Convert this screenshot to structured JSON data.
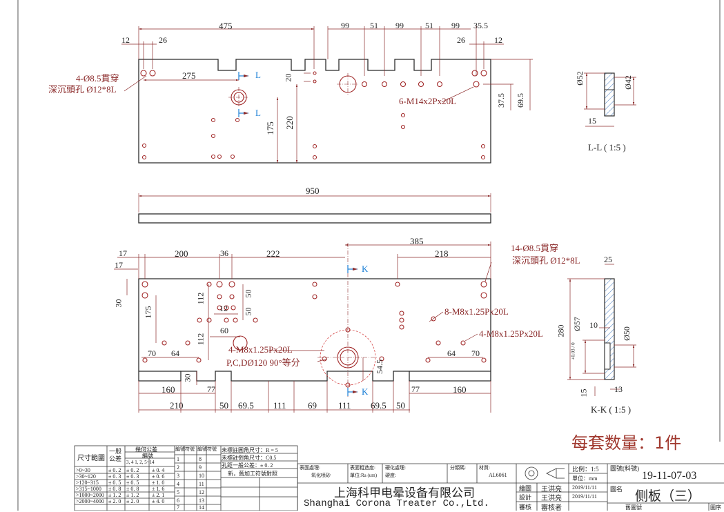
{
  "drawing": {
    "top_view": {
      "dims": {
        "d475": "475",
        "d12a": "12",
        "d26a": "26",
        "d99a": "99",
        "d51a": "51",
        "d99b": "99",
        "d51b": "51",
        "d99c": "99",
        "d35_5": "35.5",
        "d26b": "26",
        "d12b": "12",
        "d275": "275",
        "d20": "20",
        "d175": "175",
        "d220": "220",
        "d37_5": "37.5",
        "d69_5": "69.5"
      },
      "callouts": {
        "c1_line1": "4-Ø8.5貫穿",
        "c1_line2": "深沉頭孔 Ø12*8L",
        "c2": "6-M14x2Px20L"
      },
      "section_mark": "L"
    },
    "side_view": {
      "d950": "950"
    },
    "ll_view": {
      "d52": "Ø52",
      "d42": "Ø42",
      "d15": "15",
      "title": "L-L ( 1:5 )"
    },
    "bottom_view": {
      "dims": {
        "d17a": "17",
        "d17b": "17",
        "d200": "200",
        "d36": "36",
        "d222": "222",
        "d385": "385",
        "d218": "218",
        "d30a": "30",
        "d175": "175",
        "d112a": "112",
        "d50a": "50",
        "d12": "12",
        "d50b": "50",
        "d112b": "112",
        "d60": "60",
        "d70a": "70",
        "d64a": "64",
        "d64b": "64",
        "d70b": "70",
        "d30b": "30",
        "d54_5": "54.5",
        "d160a": "160",
        "d77a": "77",
        "d77b": "77",
        "d160b": "160",
        "d210": "210",
        "d50c": "50",
        "d69_5a": "69.5",
        "d111a": "111",
        "d69": "69",
        "d111b": "111",
        "d69_5b": "69.5",
        "d50d": "50"
      },
      "callouts": {
        "c1_line1": "14-Ø8.5貫穿",
        "c1_line2": "深沉頭孔 Ø12*8L",
        "c2": "8-M8x1.25Px20L",
        "c3": "4-M8x1.25Px20L",
        "c4_line1": "4-M8x1.25Px20L",
        "c4_line2": "P,C,DØ120 90°等分"
      },
      "section_mark": "K"
    },
    "kk_view": {
      "d25": "25",
      "d280": "280",
      "d57": "Ø57",
      "d57_tol": "+0.03 / 0",
      "d10": "10",
      "d50": "Ø50",
      "d15": "15",
      "d13": "13",
      "title": "K-K ( 1:5 )"
    }
  },
  "quantity_note": "每套数量：1件",
  "title_block": {
    "tolerance": {
      "h_size_range": "尺寸範圍",
      "h_general": "一般\n公差",
      "h_geometric": "幾何公差",
      "h_grade": "編號",
      "h_grade_cols": "3, 4   1, 2, 5~14",
      "rows": [
        {
          "range": ">0~30",
          "gen": "± 0. 2",
          "a": "± 0. 2",
          "b": "± 0. 4"
        },
        {
          "range": ">30~120",
          "gen": "± 0. 3",
          "a": "± 0. 3",
          "b": "± 0. 6"
        },
        {
          "range": ">120~315",
          "gen": "± 0. 5",
          "a": "± 0. 5",
          "b": "± 1. 0"
        },
        {
          "range": ">315~1000",
          "gen": "± 0. 8",
          "a": "± 0. 8",
          "b": "± 1. 6"
        },
        {
          "range": ">1000~2000",
          "gen": "± 1. 2",
          "a": "± 1. 2",
          "b": "± 2. 1"
        },
        {
          "range": ">2000~4000",
          "gen": "± 2. 0",
          "a": "± 2. 0",
          "b": "± 4. 0"
        }
      ],
      "h_num": "編號",
      "h_sym": "符號",
      "left_nums": [
        "1",
        "2",
        "3",
        "4",
        "5",
        "6",
        "7"
      ],
      "right_nums": [
        "8",
        "9",
        "10",
        "11",
        "12",
        "13",
        "14"
      ]
    },
    "notes": {
      "n1": "未標註圓角尺寸：R = 5",
      "n2": "未標註倒角尺寸：C0.5",
      "n3": "孔距一般公差：± 0. 2",
      "n4": "新，舊加工符號對照"
    },
    "surface_treatment_label": "表面處理:",
    "surface_treatment_value": "氧化喷砂",
    "roughness_label": "表面粗造度:",
    "roughness_unit": "單位:Ra (um)",
    "hardening_label": "硬化處理:",
    "hardness_label": "硬度:",
    "class_label": "分類碼:",
    "material_label": "材質:",
    "material_value": "AL6061",
    "company_cn": "上海科甲电晕设备有限公司",
    "company_en": "Shanghai Corona Treater Co.,Ltd.",
    "drawn_label": "繪圖",
    "drawn_by": "王洪亮",
    "drawn_date": "2019/11/11",
    "design_label": "設計",
    "design_by": "王洪亮",
    "design_date": "2019/11/11",
    "review_label": "審核",
    "review_by": "審核者",
    "scale_label": "比例：1:5",
    "unit_label": "單位：mm",
    "dwg_no_label": "圖號(料號)",
    "dwg_no": "19-11-07-03",
    "name_label": "圖名",
    "name": "侧板（三）",
    "old_no_label": "舊圖號",
    "seq_label": "圖序"
  },
  "colors": {
    "outline": "#2b2b2b",
    "dimension": "#8b2a2a",
    "hole": "#a02626",
    "section_mark": "#1a7fd6",
    "hatch": "#4a7fc1",
    "quantity": "#a0382e"
  }
}
